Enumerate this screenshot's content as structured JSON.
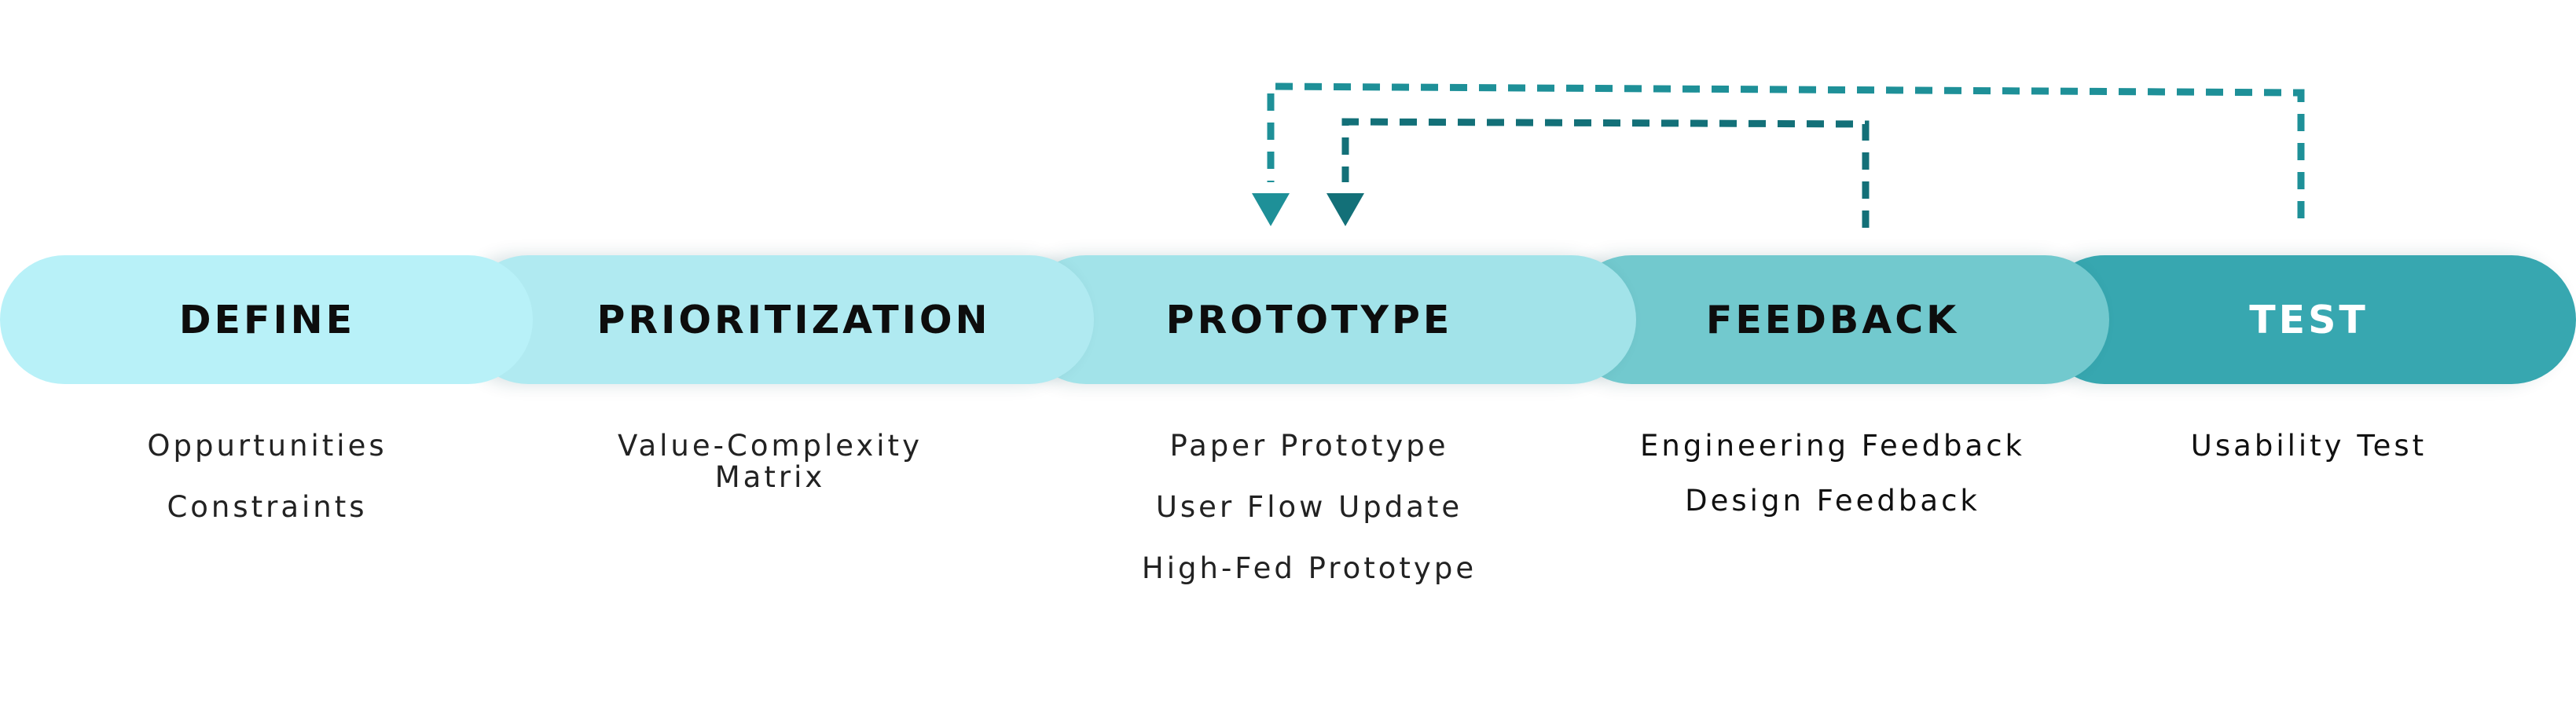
{
  "colors": {
    "define": "#B8F1F8",
    "prioritization": "#B0EAF1",
    "prototype": "#A2E3E9",
    "feedback": "#72C9CE",
    "test": "#37A7B0",
    "arrow_outer": "#1E9098",
    "arrow_inner": "#137078"
  },
  "stages": [
    {
      "label": "DEFINE",
      "items": [
        "Oppurtunities",
        "Constraints"
      ]
    },
    {
      "label": "PRIORITIZATION",
      "items": [
        "Value-Complexity Matrix"
      ]
    },
    {
      "label": "PROTOTYPE",
      "items": [
        "Paper Prototype",
        "User Flow Update",
        "High-Fed Prototype"
      ]
    },
    {
      "label": "FEEDBACK",
      "items": [
        "Engineering Feedback",
        "Design Feedback"
      ]
    },
    {
      "label": "TEST",
      "items": [
        "Usability Test"
      ]
    }
  ]
}
